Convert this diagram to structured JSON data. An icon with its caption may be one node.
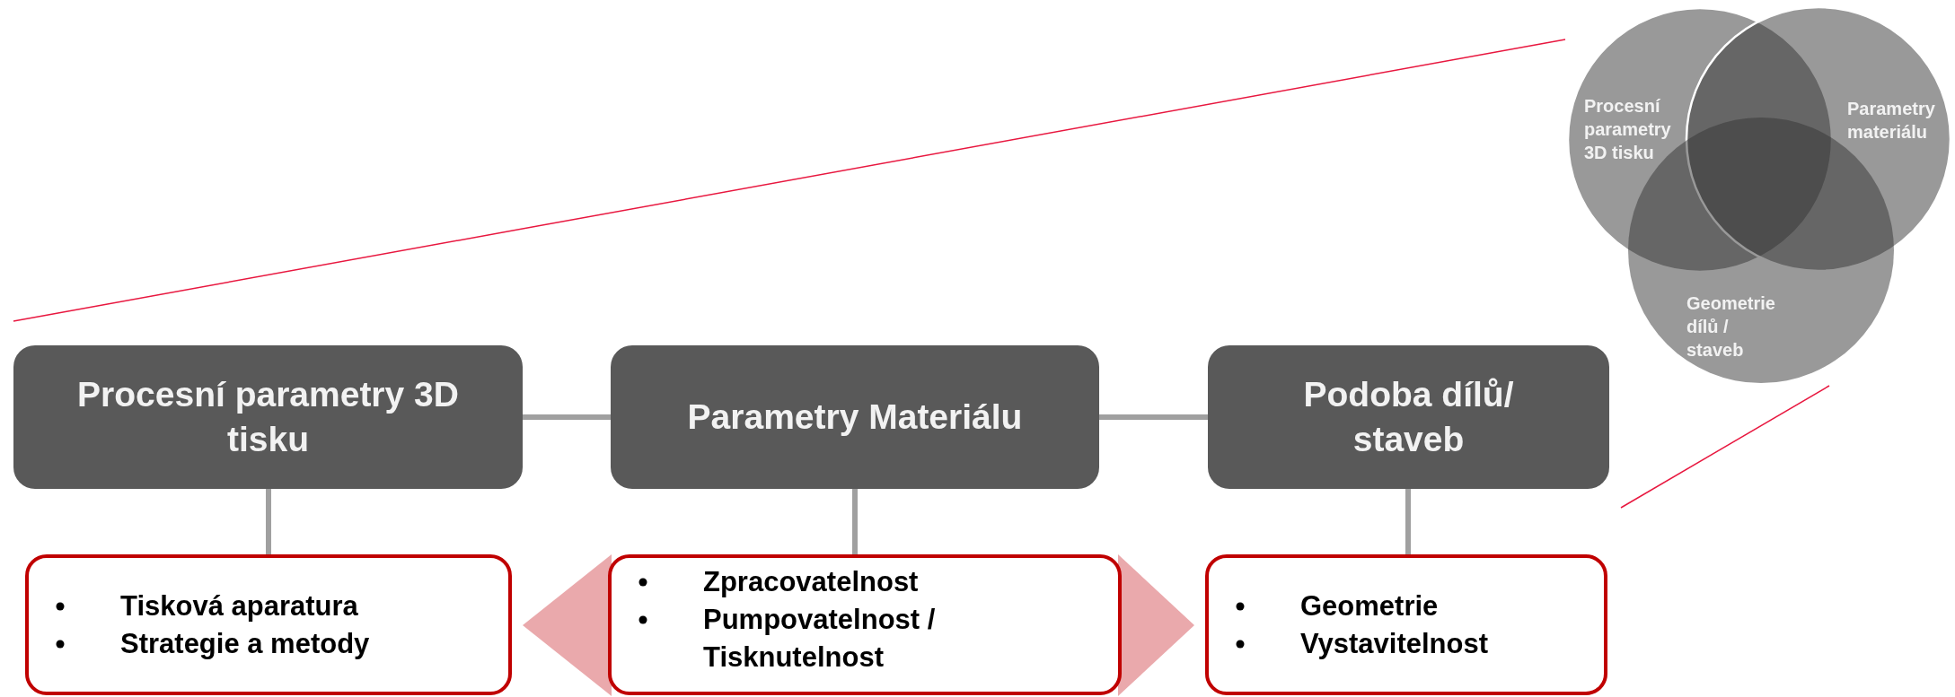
{
  "diagram": {
    "nodes": [
      {
        "text": [
          "Procesní parametry 3D tisku"
        ]
      },
      {
        "text": [
          "Parametry Materiálu"
        ]
      },
      {
        "text": [
          "Podoba dílů/ staveb"
        ]
      },
      {
        "text": [
          "Tisková aparatura",
          "Strategie a metody"
        ]
      },
      {
        "text": [
          "Zpracovatelnost",
          "Pumpovatelnost / Tisknutelnost"
        ]
      },
      {
        "text": [
          "Geometrie",
          "Vystavitelnost"
        ]
      },
      {
        "text": [
          "Procesní parametry 3D tisku"
        ]
      },
      {
        "text": [
          "Parametry materiálu"
        ]
      },
      {
        "text": [
          "Geometrie dílů / staveb"
        ]
      }
    ],
    "edges": [
      {
        "from": 0,
        "to": 1,
        "arrow": "none"
      },
      {
        "from": 1,
        "to": 2,
        "arrow": "none"
      },
      {
        "from": 0,
        "to": 3,
        "arrow": "none"
      },
      {
        "from": 1,
        "to": 4,
        "arrow": "none"
      },
      {
        "from": 2,
        "to": 5,
        "arrow": "none"
      },
      {
        "from": 4,
        "to": 3,
        "arrow": "to",
        "style": "thick",
        "color": "#eaa9ac"
      },
      {
        "from": 4,
        "to": 5,
        "arrow": "to",
        "style": "thick",
        "color": "#eaa9ac"
      }
    ]
  }
}
